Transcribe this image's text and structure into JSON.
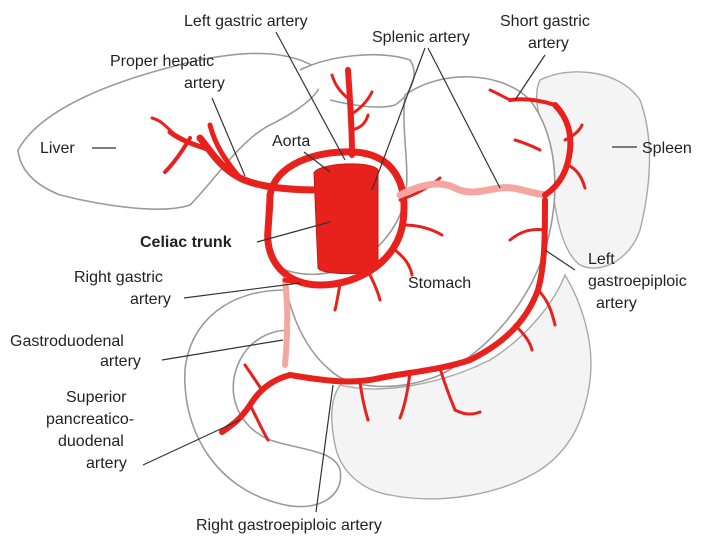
{
  "colors": {
    "artery": "#e8211d",
    "artery_pale": "#f5a6a0",
    "organ_outline": "#9a9a9a",
    "text": "#222222"
  },
  "labels": {
    "left_gastric": "Left gastric artery",
    "short_gastric_1": "Short gastric",
    "short_gastric_2": "artery",
    "splenic": "Splenic artery",
    "proper_hepatic_1": "Proper hepatic",
    "proper_hepatic_2": "artery",
    "liver": "Liver",
    "aorta": "Aorta",
    "spleen": "Spleen",
    "celiac_trunk": "Celiac trunk",
    "right_gastric_1": "Right gastric",
    "right_gastric_2": "artery",
    "stomach": "Stomach",
    "left_gastroepiploic_1": "Left",
    "left_gastroepiploic_2": "gastroepiploic",
    "left_gastroepiploic_3": "artery",
    "gastroduodenal_1": "Gastroduodenal",
    "gastroduodenal_2": "artery",
    "sup_pancreatico_1": "Superior",
    "sup_pancreatico_2": "pancreatico-",
    "sup_pancreatico_3": "duodenal",
    "sup_pancreatico_4": "artery",
    "right_gastroepiploic": "Right gastroepiploic artery"
  }
}
